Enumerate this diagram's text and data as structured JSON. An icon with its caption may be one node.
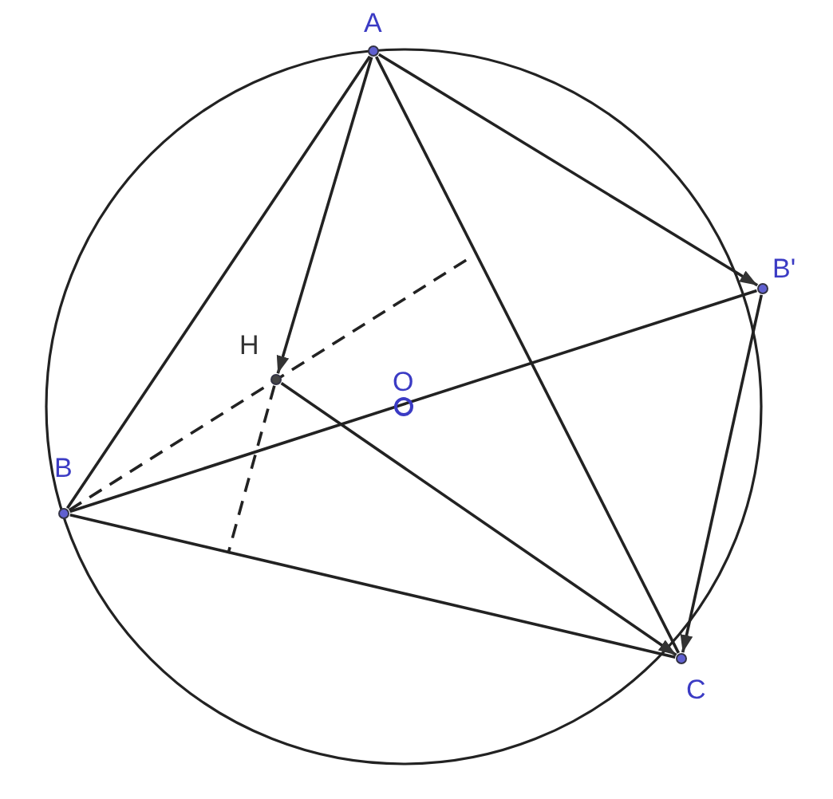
{
  "diagram": {
    "nodes": [
      {
        "text": [
          "A"
        ]
      },
      {
        "text": [
          "B'"
        ]
      },
      {
        "text": [
          "H"
        ]
      },
      {
        "text": [
          "B"
        ]
      },
      {
        "text": [
          "C"
        ]
      }
    ],
    "edges": [
      {
        "from": 0,
        "to": 3,
        "arrow": "none"
      },
      {
        "from": 0,
        "to": 4,
        "arrow": "none"
      },
      {
        "from": 0,
        "to": 2,
        "arrow": "to"
      },
      {
        "from": 0,
        "to": 1,
        "arrow": "to"
      },
      {
        "from": 1,
        "to": 4,
        "arrow": "to"
      },
      {
        "from": 2,
        "to": 4,
        "arrow": "to"
      },
      {
        "from": 3,
        "to": 4,
        "arrow": "none"
      },
      {
        "from": 3,
        "to": 1,
        "arrow": "none"
      },
      {
        "from": 3,
        "to": null,
        "arrow": "none",
        "style": "dashed"
      },
      {
        "from": 2,
        "to": null,
        "arrow": "none",
        "style": "dashed"
      }
    ],
    "labels": [
      "O"
    ]
  }
}
